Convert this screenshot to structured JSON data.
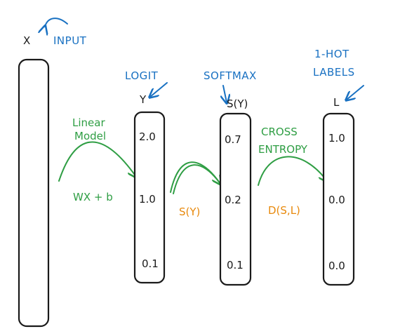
{
  "input_var": "X",
  "input_label": "INPUT",
  "logit_label": "LOGIT",
  "logit_var": "Y",
  "softmax_label": "SOFTMAX",
  "softmax_var": "S(Y)",
  "labels_label_line1": "1-HOT",
  "labels_label_line2": "LABELS",
  "labels_var": "L",
  "linear_model_line1": "Linear",
  "linear_model_line2": "Model",
  "linear_formula": "WX + b",
  "softmax_func": "S(Y)",
  "cross_entropy_line1": "CROSS",
  "cross_entropy_line2": "ENTROPY",
  "cross_entropy_func": "D(S,L)",
  "logit_values": [
    "2.0",
    "1.0",
    "0.1"
  ],
  "softmax_values": [
    "0.7",
    "0.2",
    "0.1"
  ],
  "onehot_values": [
    "1.0",
    "0.0",
    "0.0"
  ],
  "colors": {
    "annotation_blue": "#1971c2",
    "step_green": "#2f9e44",
    "function_orange": "#e8890c",
    "stroke_black": "#1a1a1a"
  }
}
